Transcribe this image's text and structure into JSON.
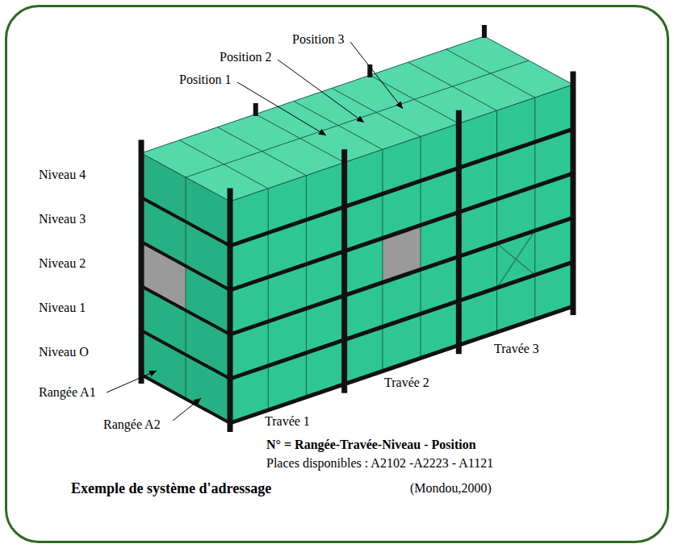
{
  "diagram": {
    "caption": "Exemple de système d'adressage",
    "labels": [
      "Position 3",
      "Position 2",
      "Position 1",
      "Niveau 4",
      "Niveau 3",
      "Niveau 2",
      "Niveau 1",
      "Niveau O",
      "Rangée A1",
      "Rangée A2",
      "Travée 1",
      "Travée 2",
      "Travée 3",
      "N° = Rangée-Travée-Niveau - Position",
      "Places disponibles : A2102 -A2223 - A1121",
      "(Mondou,2000)"
    ]
  }
}
